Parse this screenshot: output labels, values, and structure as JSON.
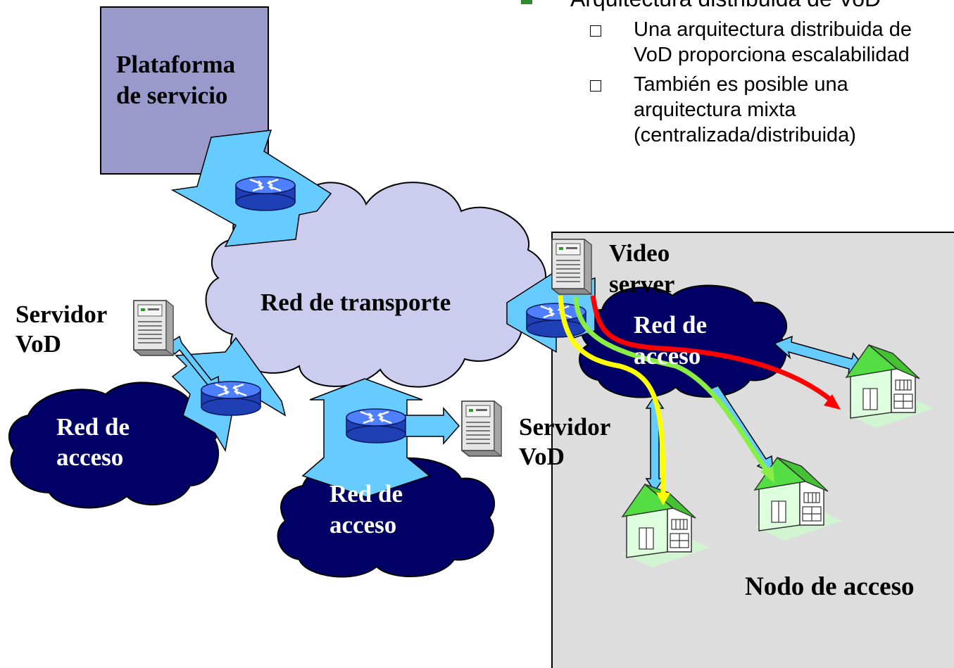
{
  "bullets": {
    "main": "Arquitectura distribuida de VoD",
    "sub": [
      [
        "Una arquitectura distribuida de",
        "VoD proporciona escalabilidad"
      ],
      [
        "También es posible una",
        "arquitectura mixta",
        "(centralizada/distribuida)"
      ]
    ]
  },
  "labels": {
    "platform_1": "Plataforma",
    "platform_2": "de servicio",
    "transport": "Red de transporte",
    "vod_server_left_1": "Servidor",
    "vod_server_left_2": "VoD",
    "vod_server_mid_1": "Servidor",
    "vod_server_mid_2": "VoD",
    "access_left_1": "Red de",
    "access_left_2": "acceso",
    "access_mid_1": "Red de",
    "access_mid_2": "acceso",
    "access_right_1": "Red de",
    "access_right_2": "acceso",
    "video_server_1": "Video",
    "video_server_2": "server",
    "access_node": "Nodo de acceso"
  },
  "colors": {
    "platform_fill": "#9999cc",
    "transport_cloud": "#ccccee",
    "access_cloud": "#000066",
    "arrow_fill": "#66ccff",
    "router": "#3366ff",
    "node_panel": "#dddddd",
    "flow_red": "#ff0000",
    "flow_yellow": "#ffff00",
    "flow_green": "#88ee44",
    "roof": "#55dd44",
    "wall": "#ddffdd",
    "bullet": "#2e8b2e"
  },
  "icons": [
    "router-icon",
    "server-icon",
    "house-icon",
    "cloud-shape",
    "arrow-shape"
  ]
}
